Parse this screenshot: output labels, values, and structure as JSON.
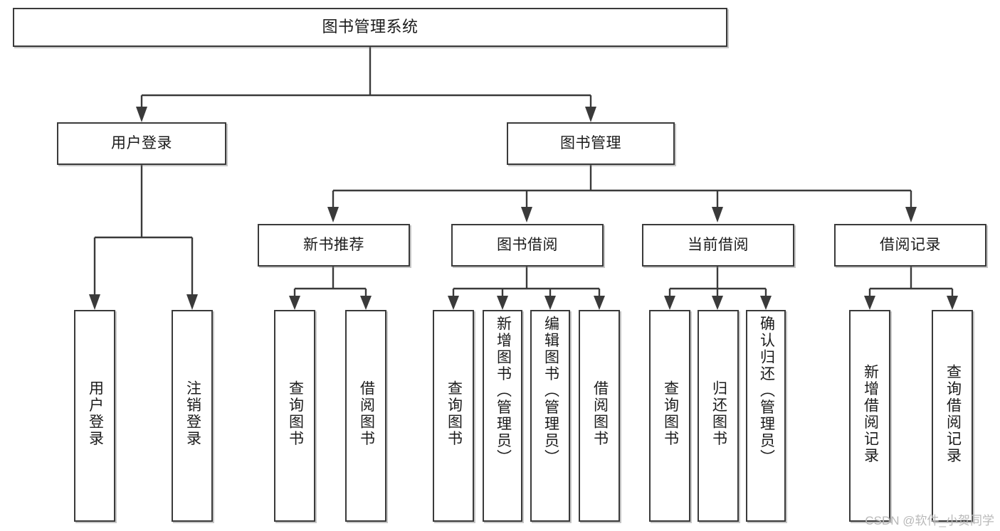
{
  "diagram": {
    "title": "图书管理系统",
    "type": "hierarchy-tree",
    "levels": 3
  },
  "root": {
    "label": "图书管理系统"
  },
  "level1": [
    {
      "label": "用户登录"
    },
    {
      "label": "图书管理"
    }
  ],
  "level2": [
    {
      "label": "新书推荐"
    },
    {
      "label": "图书借阅"
    },
    {
      "label": "当前借阅"
    },
    {
      "label": "借阅记录"
    }
  ],
  "leaves": {
    "user_login": [
      {
        "label": "用户登录"
      },
      {
        "label": "注销登录"
      }
    ],
    "new_book": [
      {
        "label": "查询图书"
      },
      {
        "label": "借阅图书"
      }
    ],
    "borrow_book": [
      {
        "label": "查询图书"
      },
      {
        "label": "新增图书（管理员）"
      },
      {
        "label": "编辑图书（管理员）"
      },
      {
        "label": "借阅图书"
      }
    ],
    "current_borrow": [
      {
        "label": "查询图书"
      },
      {
        "label": "归还图书"
      },
      {
        "label": "确认归还（管理员）"
      }
    ],
    "borrow_record": [
      {
        "label": "新增借阅记录"
      },
      {
        "label": "查询借阅记录"
      }
    ]
  },
  "watermark": {
    "text": "CSDN @软件_小贺同学"
  },
  "colors": {
    "border": "#3a3a3a",
    "background": "#ffffff",
    "text": "#1b1b1b",
    "watermark": "#b9b9b9"
  }
}
